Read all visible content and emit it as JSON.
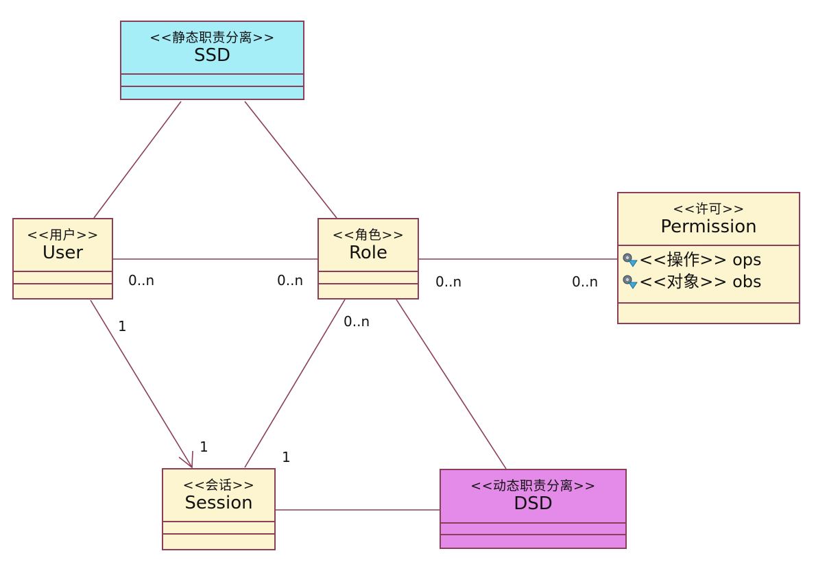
{
  "colors": {
    "border": "#8b3d5a",
    "line": "#8b3d5a",
    "class_fill": "#fdf5cf",
    "ssd_fill": "#a5eef8",
    "dsd_fill": "#e48ae8"
  },
  "classes": {
    "ssd": {
      "stereotype": "<<静态职责分离>>",
      "name": "SSD"
    },
    "user": {
      "stereotype": "<<用户>>",
      "name": "User"
    },
    "role": {
      "stereotype": "<<角色>>",
      "name": "Role"
    },
    "permission": {
      "stereotype": "<<许可>>",
      "name": "Permission",
      "attributes": [
        {
          "icon": "attribute-icon",
          "text": "<<操作>> ops"
        },
        {
          "icon": "attribute-icon",
          "text": "<<对象>> obs"
        }
      ]
    },
    "session": {
      "stereotype": "<<会话>>",
      "name": "Session"
    },
    "dsd": {
      "stereotype": "<<动态职责分离>>",
      "name": "DSD"
    }
  },
  "multiplicities": {
    "user_role_user_end": "0..n",
    "user_role_role_end": "0..n",
    "role_permission_role_end": "0..n",
    "role_permission_permission_end": "0..n",
    "user_session_user_end": "1",
    "user_session_session_end": "1",
    "role_session_role_end": "0..n",
    "role_session_session_end": "1"
  }
}
